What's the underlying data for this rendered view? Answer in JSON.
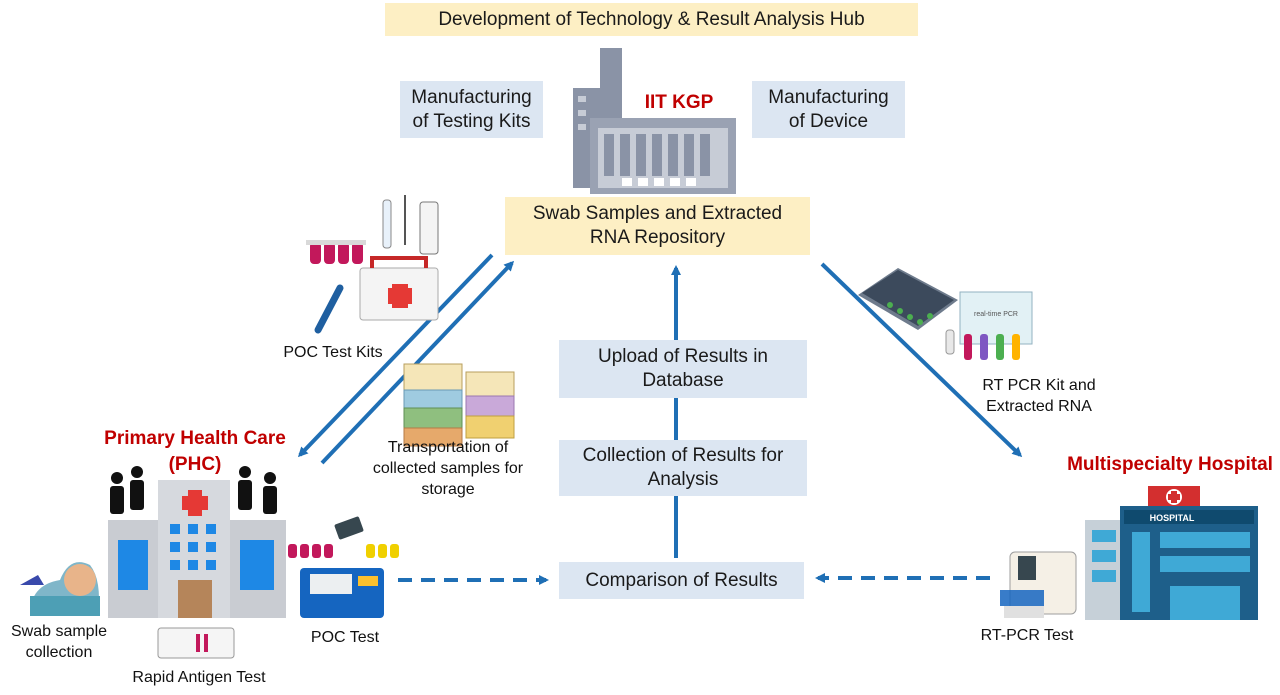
{
  "hub_title": "Development of Technology & Result Analysis Hub",
  "iit_label": "IIT KGP",
  "manufacturing_kits": "Manufacturing\nof Testing Kits",
  "manufacturing_device": "Manufacturing\nof Device",
  "repository": "Swab Samples and Extracted\nRNA Repository",
  "upload_results": "Upload of Results in\nDatabase",
  "collection_results": "Collection of Results for\nAnalysis",
  "comparison_results": "Comparison of Results",
  "poc_test_kits": "POC Test Kits",
  "transportation": "Transportation of\ncollected samples for\nstorage",
  "rt_pcr_kit": "RT PCR Kit and\nExtracted RNA",
  "phc_title": "Primary  Health Care\n(PHC)",
  "hospital_title": "Multispecialty Hospital",
  "hospital_sign": "HOSPITAL",
  "swab_collection": "Swab sample\ncollection",
  "rapid_antigen": "Rapid Antigen Test",
  "poc_test": "POC Test",
  "rt_pcr_test": "RT-PCR Test",
  "pcr_screen_text": "real-time PCR",
  "colors": {
    "accent_red": "#c00000",
    "arrow_blue": "#1f6fb5",
    "box_blue": "#dce6f2",
    "box_yellow": "#fdefc4"
  }
}
